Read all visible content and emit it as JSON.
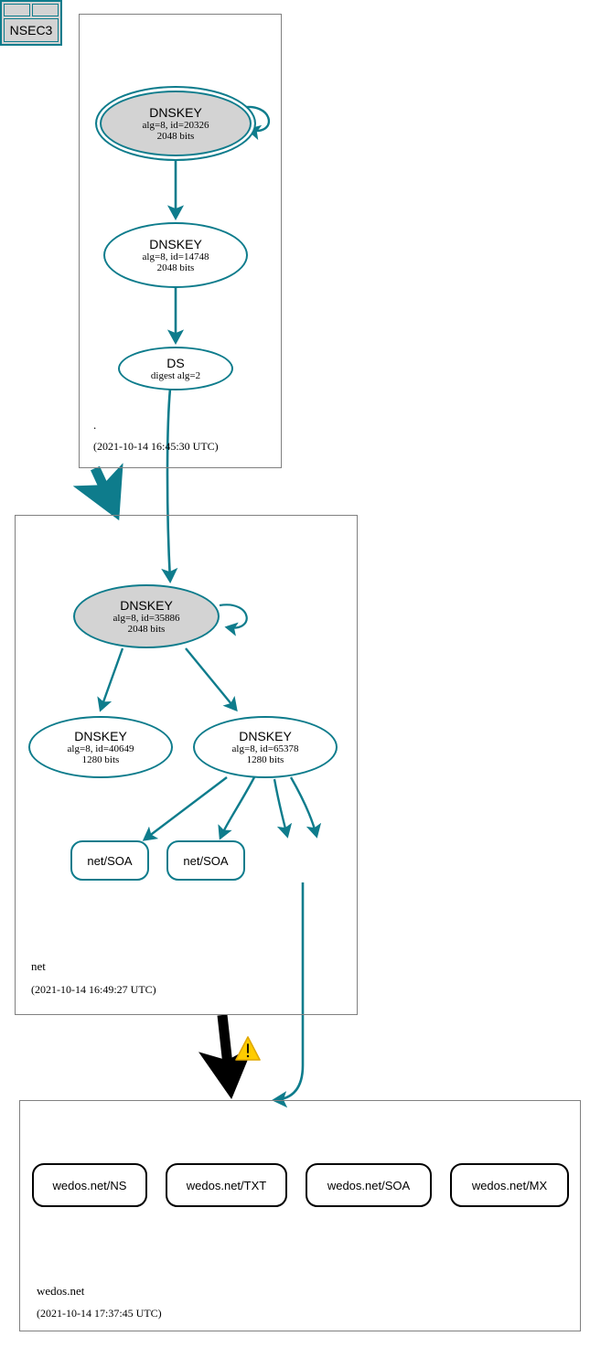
{
  "diagram": {
    "type": "dnssec-authentication-chain",
    "colors": {
      "secure_edge": "#0e7c8c",
      "insecure_edge": "#000000",
      "zone_border": "#808080",
      "key_fill": "#d3d3d3",
      "warning": "#ffcc00"
    }
  },
  "zones": [
    {
      "id": "root",
      "name": ".",
      "timestamp": "(2021-10-14 16:45:30 UTC)"
    },
    {
      "id": "net",
      "name": "net",
      "timestamp": "(2021-10-14 16:49:27 UTC)"
    },
    {
      "id": "wedos",
      "name": "wedos.net",
      "timestamp": "(2021-10-14 17:37:45 UTC)"
    }
  ],
  "nodes": {
    "root_ksk": {
      "title": "DNSKEY",
      "line2": "alg=8, id=20326",
      "line3": "2048 bits"
    },
    "root_zsk": {
      "title": "DNSKEY",
      "line2": "alg=8, id=14748",
      "line3": "2048 bits"
    },
    "root_ds": {
      "title": "DS",
      "line2": "digest alg=2",
      "line3": ""
    },
    "net_ksk": {
      "title": "DNSKEY",
      "line2": "alg=8, id=35886",
      "line3": "2048 bits"
    },
    "net_zsk_a": {
      "title": "DNSKEY",
      "line2": "alg=8, id=40649",
      "line3": "1280 bits"
    },
    "net_zsk_b": {
      "title": "DNSKEY",
      "line2": "alg=8, id=65378",
      "line3": "1280 bits"
    },
    "net_soa_1": {
      "label": "net/SOA"
    },
    "net_soa_2": {
      "label": "net/SOA"
    },
    "net_nsec3": {
      "label": "NSEC3"
    },
    "wedos_ns": {
      "label": "wedos.net/NS"
    },
    "wedos_txt": {
      "label": "wedos.net/TXT"
    },
    "wedos_soa": {
      "label": "wedos.net/SOA"
    },
    "wedos_mx": {
      "label": "wedos.net/MX"
    }
  },
  "icons": {
    "warning": "!"
  }
}
